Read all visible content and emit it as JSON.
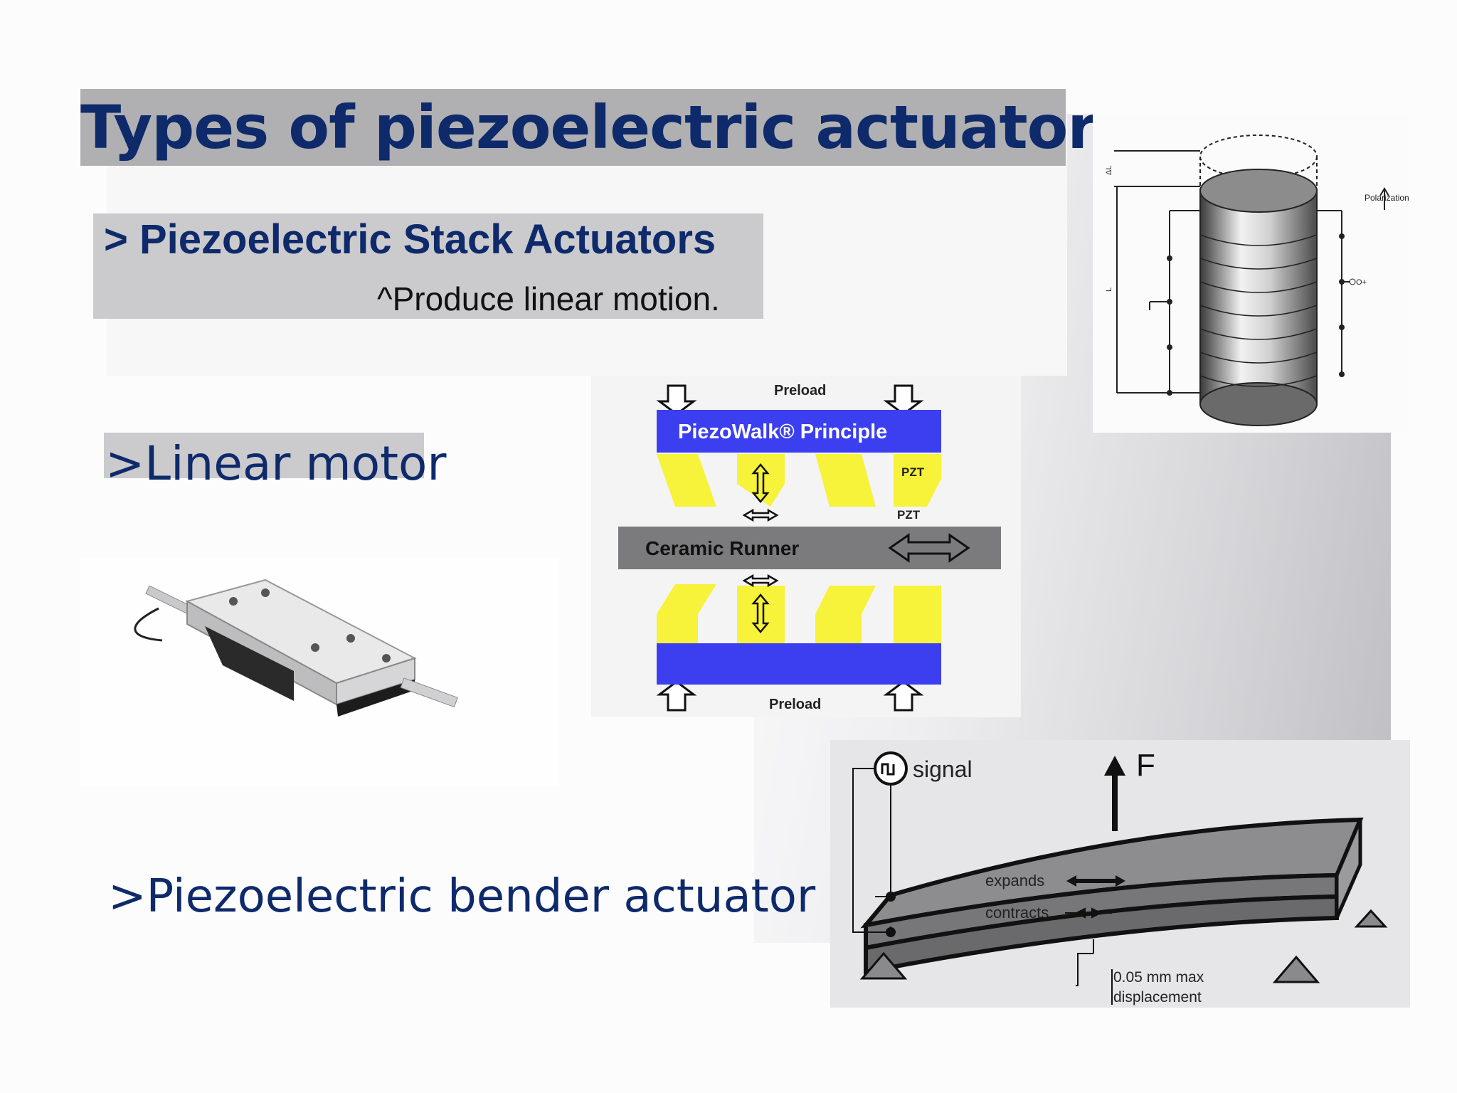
{
  "slide": {
    "title": "Types of piezoelectric actuators",
    "stack_heading": "> Piezoelectric Stack Actuators",
    "stack_note": "^Produce linear motion.",
    "linear_heading": ">Linear motor",
    "bender_heading": ">Piezoelectric bender actuator"
  },
  "piezowalk": {
    "title": "PiezoWalk® Principle",
    "preload_top": "Preload",
    "preload_bottom": "Preload",
    "runner": "Ceramic Runner",
    "pzt_1": "PZT",
    "pzt_2": "PZT"
  },
  "cylinder": {
    "polarization": "Polarization",
    "delta_l": "ΔL",
    "l": "L",
    "plus_terminal": "O+"
  },
  "bender": {
    "signal": "signal",
    "force": "F",
    "expands": "expands",
    "contracts": "contracts",
    "displacement_1": "0.05 mm max",
    "displacement_2": "displacement"
  },
  "colors": {
    "title_text": "#0e2a6b",
    "title_bar": "#b0b0b2",
    "piezo_blue": "#3b3ff0",
    "pzt_yellow": "#f7f23a",
    "runner_gray": "#7b7b7d"
  }
}
